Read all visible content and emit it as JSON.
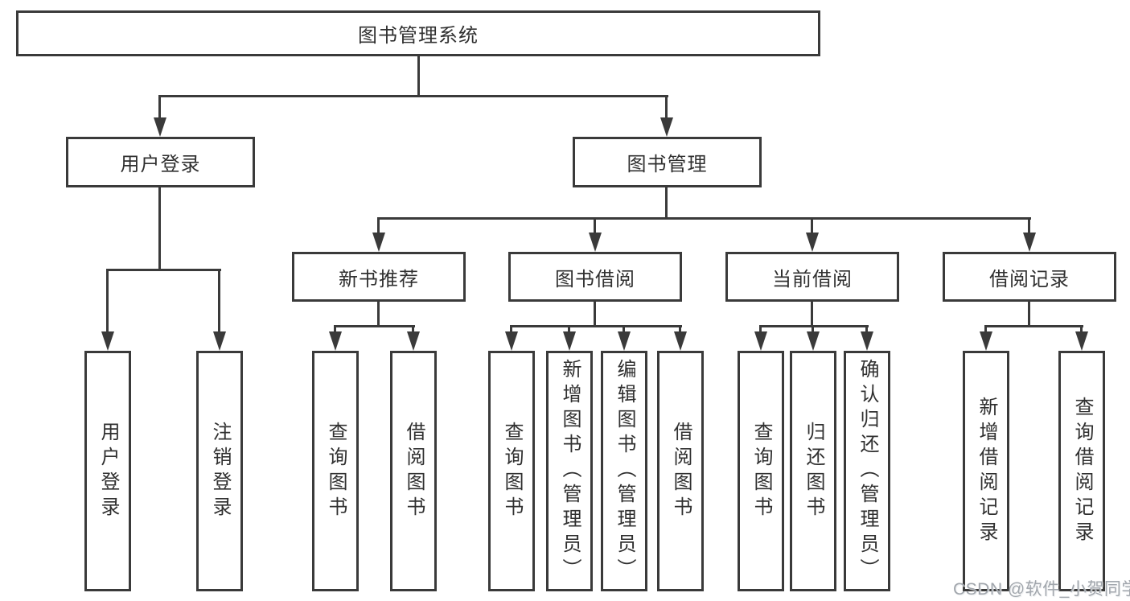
{
  "diagram_type": "hierarchy-tree",
  "root": {
    "label": "图书管理系统"
  },
  "branches": [
    {
      "label": "用户登录",
      "children": [
        {
          "label": "用户登录"
        },
        {
          "label": "注销登录"
        }
      ]
    },
    {
      "label": "图书管理",
      "children": [
        {
          "label": "新书推荐",
          "children": [
            {
              "label": "查询图书"
            },
            {
              "label": "借阅图书"
            }
          ]
        },
        {
          "label": "图书借阅",
          "children": [
            {
              "label": "查询图书"
            },
            {
              "label": "新增图书（管理员）"
            },
            {
              "label": "编辑图书（管理员）"
            },
            {
              "label": "借阅图书"
            }
          ]
        },
        {
          "label": "当前借阅",
          "children": [
            {
              "label": "查询图书"
            },
            {
              "label": "归还图书"
            },
            {
              "label": "确认归还（管理员）"
            }
          ]
        },
        {
          "label": "借阅记录",
          "children": [
            {
              "label": "新增借阅记录"
            },
            {
              "label": "查询借阅记录"
            }
          ]
        }
      ]
    }
  ],
  "watermark": {
    "text": "CSDN @软件_小贺同学"
  },
  "colors": {
    "line": "#3a3a3a",
    "text": "#303030",
    "watermark": "#a2a7ad",
    "background": "#ffffff"
  }
}
